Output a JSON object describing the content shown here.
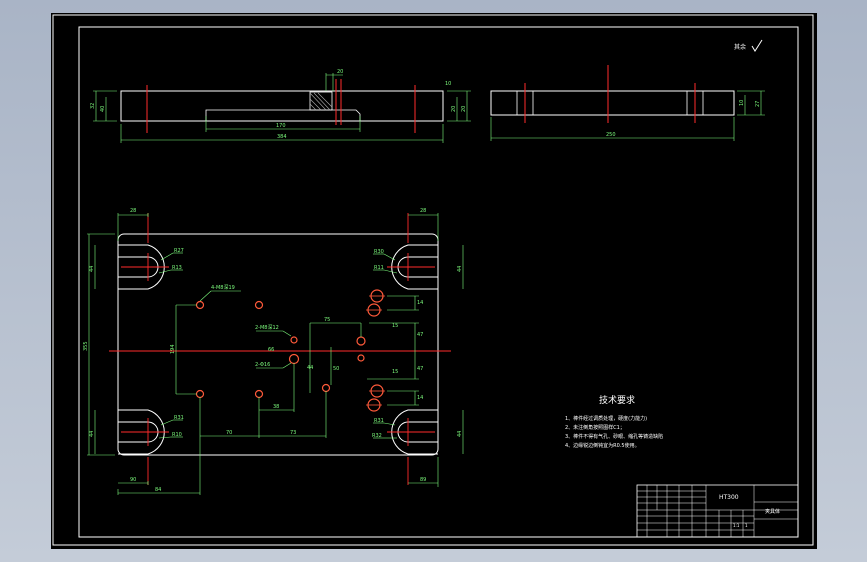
{
  "top_view": {
    "dims": {
      "d1": "40",
      "d2": "32",
      "d3": "20",
      "d4": "10",
      "d5": "170",
      "d6": "384",
      "d7": "20",
      "d8": "20"
    }
  },
  "side_view": {
    "dims": {
      "d1": "250",
      "d2": "10",
      "d3": "27"
    }
  },
  "plan_view": {
    "dims": {
      "top_left": "28",
      "top_right": "28",
      "r_tl1": "R27",
      "r_tl2": "R13",
      "r_tr1": "R30",
      "r_tr2": "R11",
      "r_bl1": "R31",
      "r_bl2": "R10",
      "r_br1": "R31",
      "r_br2": "R32",
      "v_left_1": "44",
      "v_left_2": "44",
      "v_right_1": "44",
      "v_right_2": "44",
      "height": "355",
      "h_mid": "194",
      "bot_1": "90",
      "bot_2": "84",
      "bot_3": "89",
      "hole_note_1": "4-M8深19",
      "hole_note_2": "2-M8深12",
      "hole_note_3": "2-Φ16",
      "c_75": "75",
      "c_66": "66",
      "c_44": "44",
      "c_15a": "15",
      "c_15b": "15",
      "c_14a": "14",
      "c_14b": "14",
      "c_47a": "47",
      "c_47b": "47",
      "c_38": "38",
      "c_70": "70",
      "c_73": "73",
      "c_50": "50"
    }
  },
  "roughness_note": "其余",
  "tech": {
    "title": "技术要求",
    "lines": [
      "1、棒件经过调质处理，硬度(力能力)",
      "2、未注倒角按照图样C1；",
      "3、棒件不得有气孔、砂眼、缩孔等铸造缺陷",
      "4、边缘锐边倒钝宜为R0.5使用。"
    ]
  },
  "title_block": {
    "material": "HT300",
    "part_name": "夹具体",
    "scale": "1:1",
    "sheet": "1"
  }
}
